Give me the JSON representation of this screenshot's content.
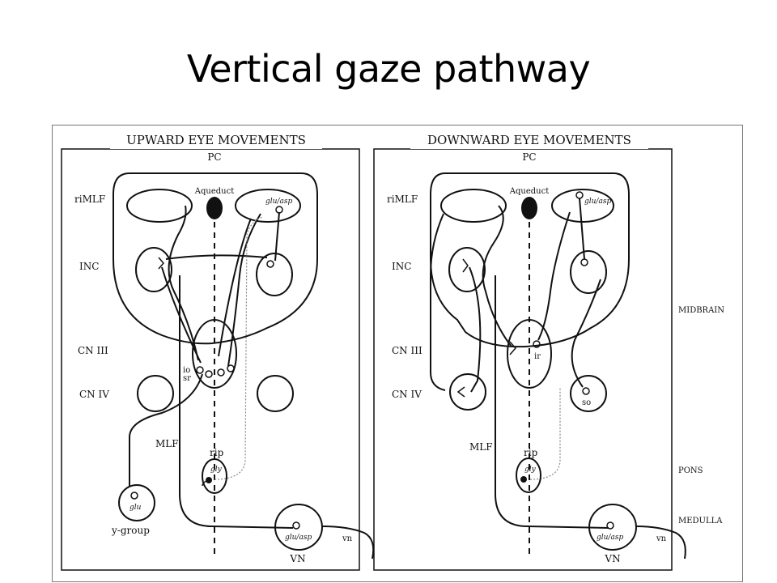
{
  "slide": {
    "title": "Vertical gaze pathway"
  },
  "upward": {
    "header": "UPWARD EYE MOVEMENTS",
    "pc": "PC",
    "rimlf": "riMLF",
    "aqueduct": "Aqueduct",
    "gluasp": "glu/asp",
    "inc": "INC",
    "cn3": "CN III",
    "cn4": "CN IV",
    "io": "io",
    "sr": "sr",
    "mlf": "MLF",
    "rip": "rip",
    "gly": "gly",
    "glu": "glu",
    "ygroup": "y-group",
    "vn_label": "VN",
    "vn_inner": "glu/asp",
    "vn_fiber": "vn"
  },
  "downward": {
    "header": "DOWNWARD EYE MOVEMENTS",
    "pc": "PC",
    "rimlf": "riMLF",
    "aqueduct": "Aqueduct",
    "gluasp": "glu/asp",
    "inc": "INC",
    "cn3": "CN III",
    "ir": "ir",
    "cn4": "CN IV",
    "so": "so",
    "mlf": "MLF",
    "rip": "rip",
    "gly": "gly",
    "vn_label": "VN",
    "vn_inner": "glu/asp",
    "vn_fiber": "vn"
  },
  "regions": {
    "midbrain": "MIDBRAIN",
    "pons": "PONS",
    "medulla": "MEDULLA"
  }
}
